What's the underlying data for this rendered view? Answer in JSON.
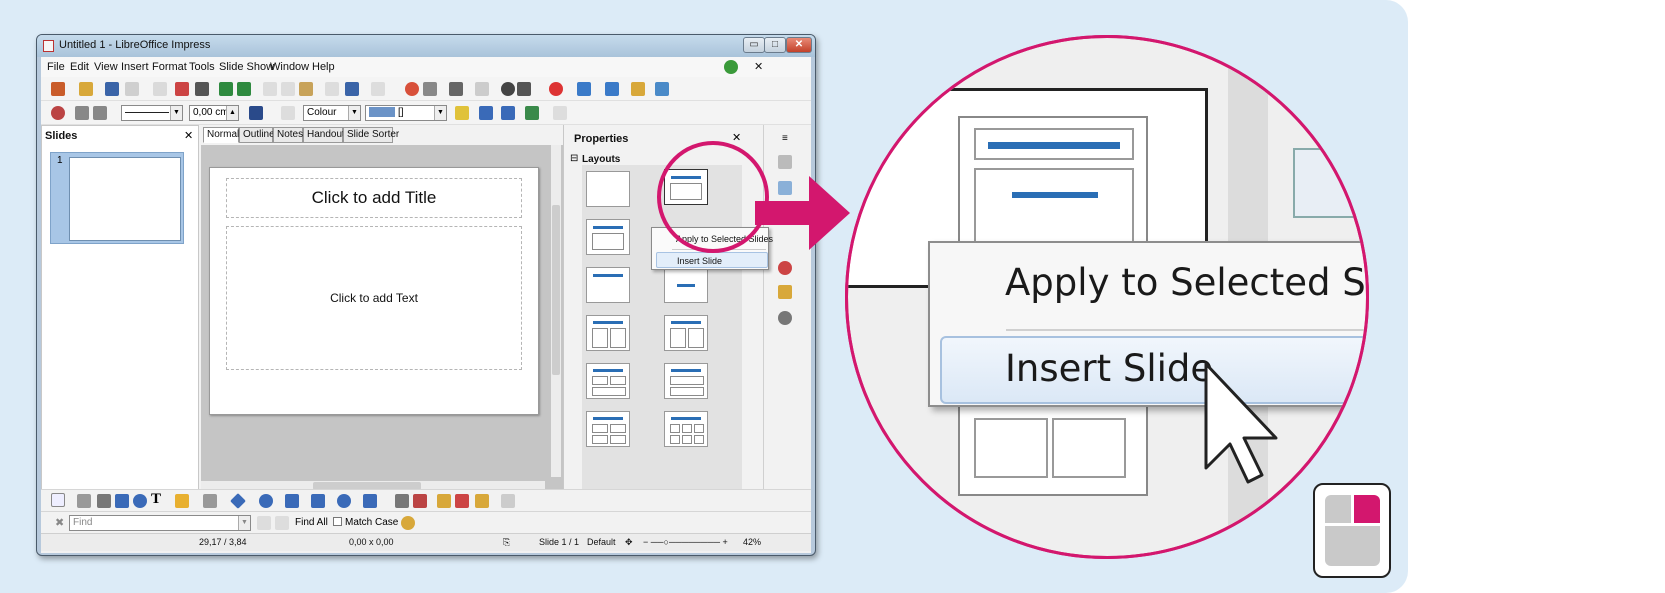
{
  "window": {
    "title": "Untitled 1 - LibreOffice Impress",
    "min": "▭",
    "max": "□",
    "close": "✕"
  },
  "menu": [
    "File",
    "Edit",
    "View",
    "Insert",
    "Format",
    "Tools",
    "Slide Show",
    "Window",
    "Help"
  ],
  "menu_close": "✕",
  "toolbar2": {
    "line_width": "0,00 cm",
    "area_style": "Colour",
    "fill_value": "[]"
  },
  "slides_panel": {
    "title": "Slides",
    "close": "✕",
    "slide_number": "1"
  },
  "view_tabs": [
    "Normal",
    "Outline",
    "Notes",
    "Handout",
    "Slide Sorter"
  ],
  "slide": {
    "title_placeholder": "Click to add Title",
    "text_placeholder": "Click to add Text"
  },
  "properties": {
    "title": "Properties",
    "close": "✕",
    "section": "Layouts",
    "collapse": "⊟"
  },
  "context_menu": {
    "apply": "Apply to Selected Slides",
    "insert": "Insert Slide"
  },
  "find_bar": {
    "placeholder": "Find",
    "find_all": "Find All",
    "match_case": "Match Case"
  },
  "status": {
    "position": "29,17 / 3,84",
    "size": "0,00 x 0,00",
    "slide": "Slide 1 / 1",
    "master": "Default",
    "zoom": "42%"
  },
  "zoom_view": {
    "apply": "Apply to Selected Sl",
    "insert": "Insert Slide"
  },
  "colors": {
    "accent": "#d3176e",
    "layout_bar": "#2a6eb5"
  }
}
